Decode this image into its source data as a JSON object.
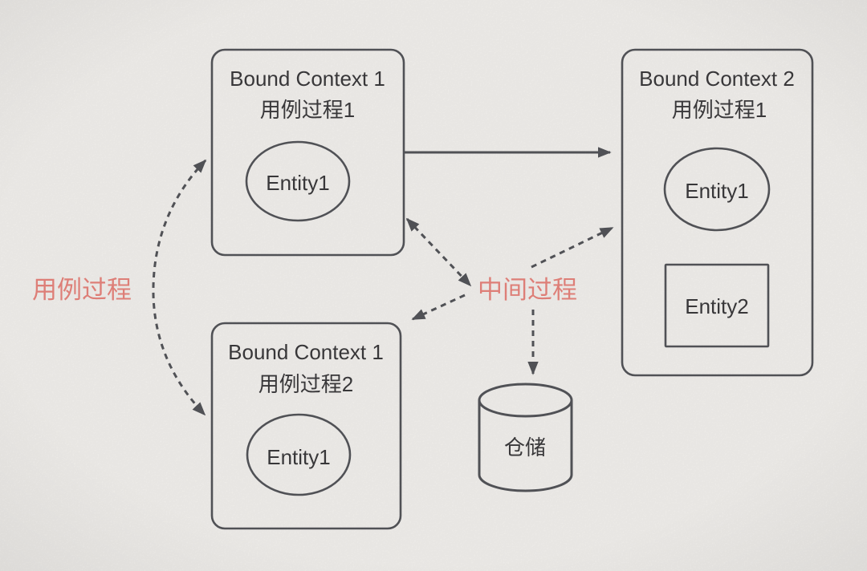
{
  "diagram": {
    "type": "bounded-context-diagram",
    "colors": {
      "background": "#f4f2ef",
      "stroke": "#54555a",
      "text": "#3b3a3c",
      "accent": "#e8857d"
    },
    "boxes": [
      {
        "id": "bound-context-1-usecase-1",
        "title": "Bound Context 1",
        "subtitle": "用例过程1",
        "entities": [
          {
            "shape": "ellipse",
            "label": "Entity1"
          }
        ]
      },
      {
        "id": "bound-context-2-usecase-1",
        "title": "Bound Context 2",
        "subtitle": "用例过程1",
        "entities": [
          {
            "shape": "ellipse",
            "label": "Entity1"
          },
          {
            "shape": "rect",
            "label": "Entity2"
          }
        ]
      },
      {
        "id": "bound-context-1-usecase-2",
        "title": "Bound Context 1",
        "subtitle": "用例过程2",
        "entities": [
          {
            "shape": "ellipse",
            "label": "Entity1"
          }
        ]
      }
    ],
    "repository": {
      "shape": "cylinder",
      "label": "仓储"
    },
    "labels": [
      {
        "id": "use-case-process",
        "text": "用例过程"
      },
      {
        "id": "intermediate-process",
        "text": "中间过程"
      }
    ],
    "connections": [
      {
        "from": "bound-context-1-usecase-1",
        "to": "bound-context-2-usecase-1",
        "style": "solid",
        "arrows": "end"
      },
      {
        "from": "bound-context-1-usecase-1",
        "to": "bound-context-1-usecase-2",
        "via": "use-case-process",
        "style": "dashed-curve",
        "arrows": "both"
      },
      {
        "from": "intermediate-process",
        "to": "bound-context-1-usecase-1",
        "style": "dashed",
        "arrows": "both"
      },
      {
        "from": "intermediate-process",
        "to": "bound-context-1-usecase-2",
        "style": "dashed",
        "arrows": "end"
      },
      {
        "from": "intermediate-process",
        "to": "bound-context-2-usecase-1",
        "style": "dashed",
        "arrows": "end"
      },
      {
        "from": "intermediate-process",
        "to": "repository",
        "style": "dashed",
        "arrows": "end"
      }
    ]
  }
}
